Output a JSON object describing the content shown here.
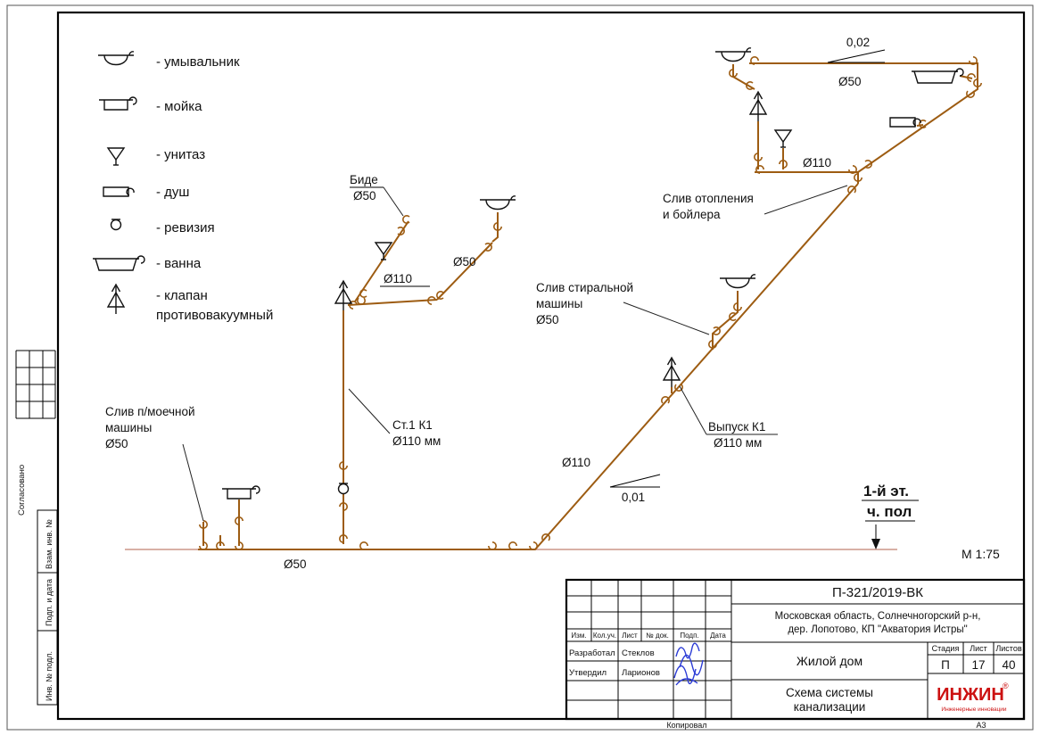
{
  "drawing_meta": {
    "scale": "М 1:75",
    "floor_line_1": "1-й эт.",
    "floor_line_2": "ч. пол"
  },
  "legend": {
    "items": [
      {
        "icon": "washbasin-icon",
        "label": "- умывальник"
      },
      {
        "icon": "sink-icon",
        "label": "- мойка"
      },
      {
        "icon": "toilet-icon",
        "label": "- унитаз"
      },
      {
        "icon": "shower-icon",
        "label": "- душ"
      },
      {
        "icon": "revision-icon",
        "label": "- ревизия"
      },
      {
        "icon": "bath-icon",
        "label": "- ванна"
      },
      {
        "icon": "vacuum-valve-icon",
        "label": "- клапан",
        "label2": "противовакуумный"
      }
    ]
  },
  "schematic": {
    "bidet": "Биде",
    "bidet_d": "Ø50",
    "branch_d110": "Ø110",
    "washbasin_d50": "Ø50",
    "stack_1": "Ст.1 К1",
    "stack_2": "Ø110 мм",
    "dishwasher_1": "Слив п/моечной",
    "dishwasher_2": "машины",
    "dishwasher_3": "Ø50",
    "bottom_d50": "Ø50",
    "diag_d110": "Ø110",
    "slope_bottom": "0,01",
    "outlet_1": "Выпуск К1",
    "outlet_2": "Ø110 мм",
    "washer_1": "Слив стиральной",
    "washer_2": "машины",
    "washer_3": "Ø50",
    "heating_1": "Слив отопления",
    "heating_2": "и бойлера",
    "slope_top": "0,02",
    "top_d50": "Ø50",
    "top_d110": "Ø110"
  },
  "side_strip": {
    "approved": "Согласовано",
    "replace_inv": "Взам. инв. №",
    "sign_date": "Подп. и дата",
    "inv_orig": "Инв. № подл."
  },
  "title_block": {
    "doc_number": "П-321/2019-ВК",
    "address_1": "Московская область, Солнечногорский р-н,",
    "address_2": "дер. Лопотово, КП \"Акватория Истры\"",
    "object_name": "Жилой дом",
    "stage_header": "Стадия",
    "sheet_header": "Лист",
    "sheets_header": "Листов",
    "stage": "П",
    "sheet": "17",
    "sheets": "40",
    "doc_title_1": "Схема системы",
    "doc_title_2": "канализации",
    "headers": [
      "Изм.",
      "Кол.уч.",
      "Лист",
      "№ док.",
      "Подп.",
      "Дата"
    ],
    "developed_label": "Разработал",
    "developed_name": "Стеклов",
    "approved_label": "Утвердил",
    "approved_name": "Ларионов",
    "logo_text": "ИНЖИН",
    "logo_reg": "®",
    "logo_subtitle": "Инженерные инновации",
    "copied_label": "Копировал",
    "format_label": "А3"
  },
  "colors": {
    "pipe": "#9d5c12",
    "floor_line": "#c08070",
    "signature": "#2b3bd6",
    "logo": "#cc1111"
  }
}
